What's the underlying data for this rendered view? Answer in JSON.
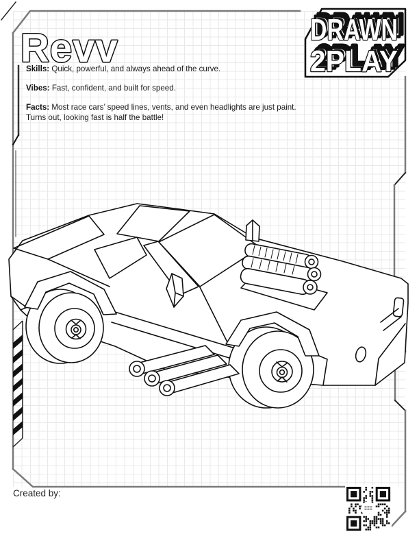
{
  "page": {
    "title": "Revv",
    "created_by_label": "Created by:"
  },
  "logo": {
    "line1": "DRAWN",
    "line2": "2PLAY"
  },
  "character": {
    "skills_label": "Skills:",
    "skills_text": " Quick, powerful, and always ahead of the curve.",
    "vibes_label": "Vibes:",
    "vibes_text": " Fast, confident, and built for speed.",
    "facts_label": "Facts:",
    "facts_text": " Most race cars’ speed lines, vents, and even headlights are just paint. Turns out, looking fast is half the battle!"
  },
  "illustration": {
    "name": "isometric race car line drawing"
  },
  "colors": {
    "frame_gray": "#7a7a7a",
    "ink_black": "#111111",
    "grid_line": "#e9e9e9",
    "stripe_black": "#111111"
  }
}
